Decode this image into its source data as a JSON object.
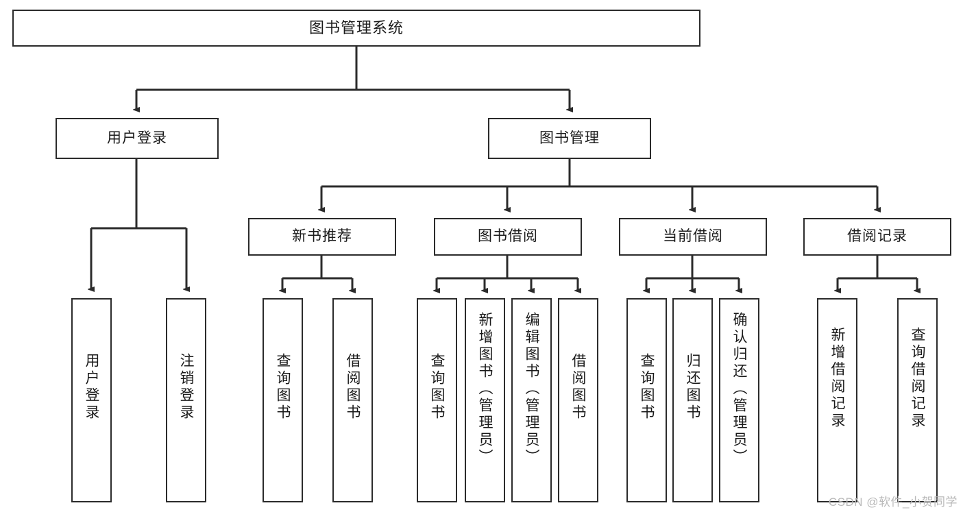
{
  "diagram": {
    "title": "图书管理系统",
    "type": "tree-hierarchy",
    "colors": {
      "stroke": "#2b2b2b",
      "fill": "#ffffff",
      "text": "#1a1a1a",
      "watermark": "#b9b9b9"
    },
    "nodes": {
      "root": {
        "label": "图书管理系统"
      },
      "level2": [
        {
          "label": "用户登录"
        },
        {
          "label": "图书管理"
        }
      ],
      "level3": [
        {
          "label": "新书推荐"
        },
        {
          "label": "图书借阅"
        },
        {
          "label": "当前借阅"
        },
        {
          "label": "借阅记录"
        }
      ],
      "leaves_user_login": [
        {
          "label": "用户登录"
        },
        {
          "label": "注销登录"
        }
      ],
      "leaves_new_book": [
        {
          "label": "查询图书"
        },
        {
          "label": "借阅图书"
        }
      ],
      "leaves_borrow": [
        {
          "label": "查询图书"
        },
        {
          "label": "新增图书（管理员）"
        },
        {
          "label": "编辑图书（管理员）"
        },
        {
          "label": "借阅图书"
        }
      ],
      "leaves_current": [
        {
          "label": "查询图书"
        },
        {
          "label": "归还图书"
        },
        {
          "label": "确认归还（管理员）"
        }
      ],
      "leaves_records": [
        {
          "label": "新增借阅记录"
        },
        {
          "label": "查询借阅记录"
        }
      ]
    }
  },
  "watermark": {
    "text": "CSDN @软件_小贺同学"
  }
}
